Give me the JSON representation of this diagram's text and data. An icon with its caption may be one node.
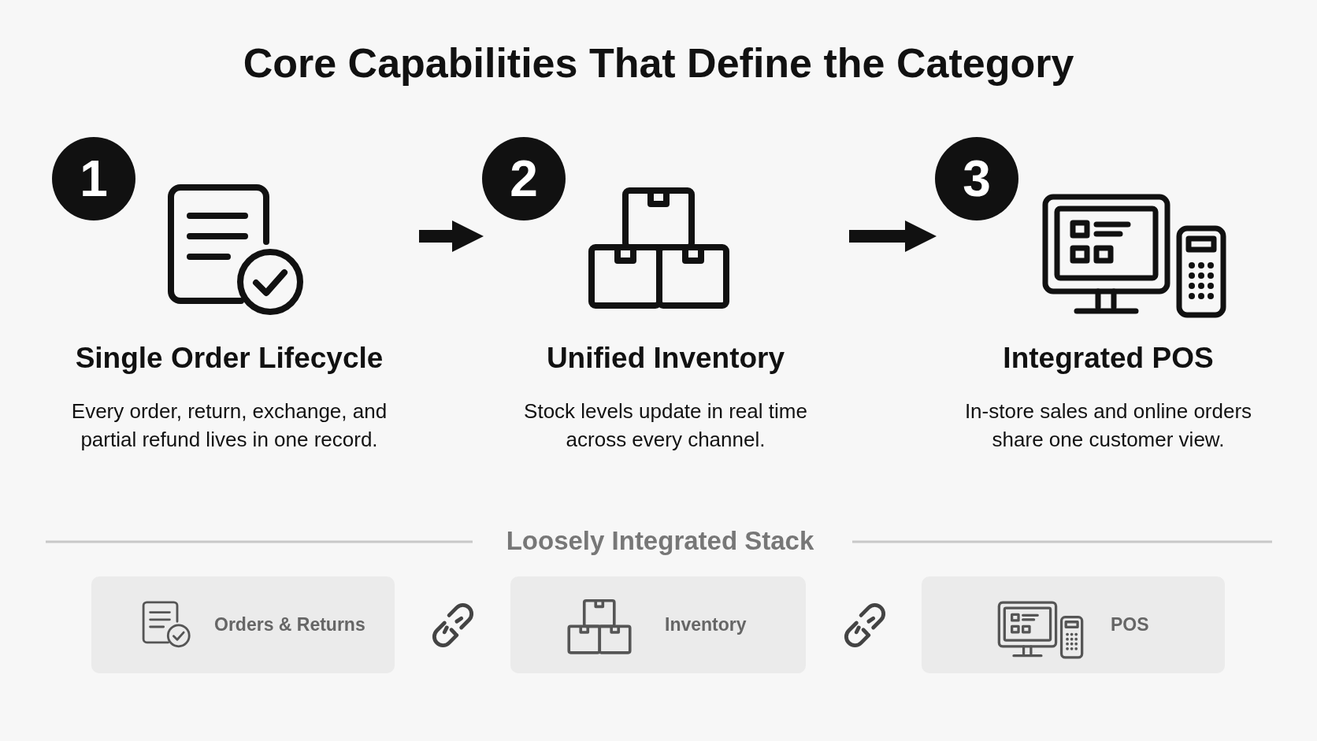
{
  "diagram": {
    "title": "Core Capabilities That Define the Category",
    "nodes": [
      {
        "text": [
          "1",
          "Single Order Lifecycle",
          "Every order, return, exchange, and partial refund lives in one record."
        ]
      },
      {
        "text": [
          "2",
          "Unified Inventory",
          "Stock levels update in real time across every channel."
        ]
      },
      {
        "text": [
          "3",
          "Integrated POS",
          "In-store sales and online orders share one customer view."
        ]
      },
      {
        "text": [
          "Orders & Returns"
        ]
      },
      {
        "text": [
          "Inventory"
        ]
      },
      {
        "text": [
          "POS"
        ]
      }
    ],
    "edges": [
      {
        "from": 0,
        "to": 1,
        "arrow": "to"
      },
      {
        "from": 1,
        "to": 2,
        "arrow": "to"
      }
    ],
    "labels": [
      "Loosely Integrated Stack"
    ]
  }
}
